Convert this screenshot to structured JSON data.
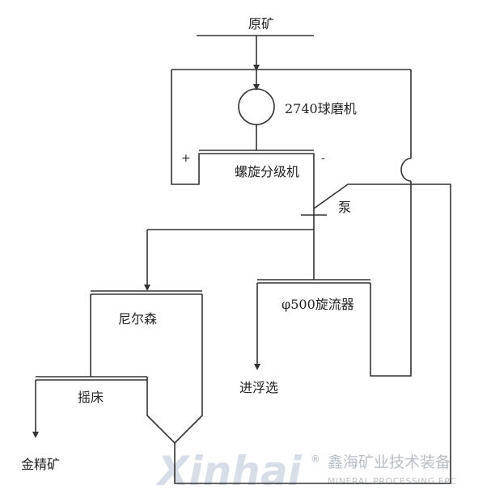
{
  "labels": {
    "raw_ore": "原矿",
    "ball_mill": "2740球磨机",
    "plus": "+",
    "minus": "-",
    "classifier": "螺旋分级机",
    "pump": "泵",
    "knelson": "尼尔森",
    "cyclone": "φ500旋流器",
    "shaking_table": "摇床",
    "to_flotation": "进浮选",
    "gold_concentrate": "金精矿"
  },
  "watermark": {
    "brand": "Xinhai",
    "registered": "®",
    "company_cn": "鑫海矿业技术装备",
    "company_en": "MINERAL PROCESSING EPC"
  }
}
